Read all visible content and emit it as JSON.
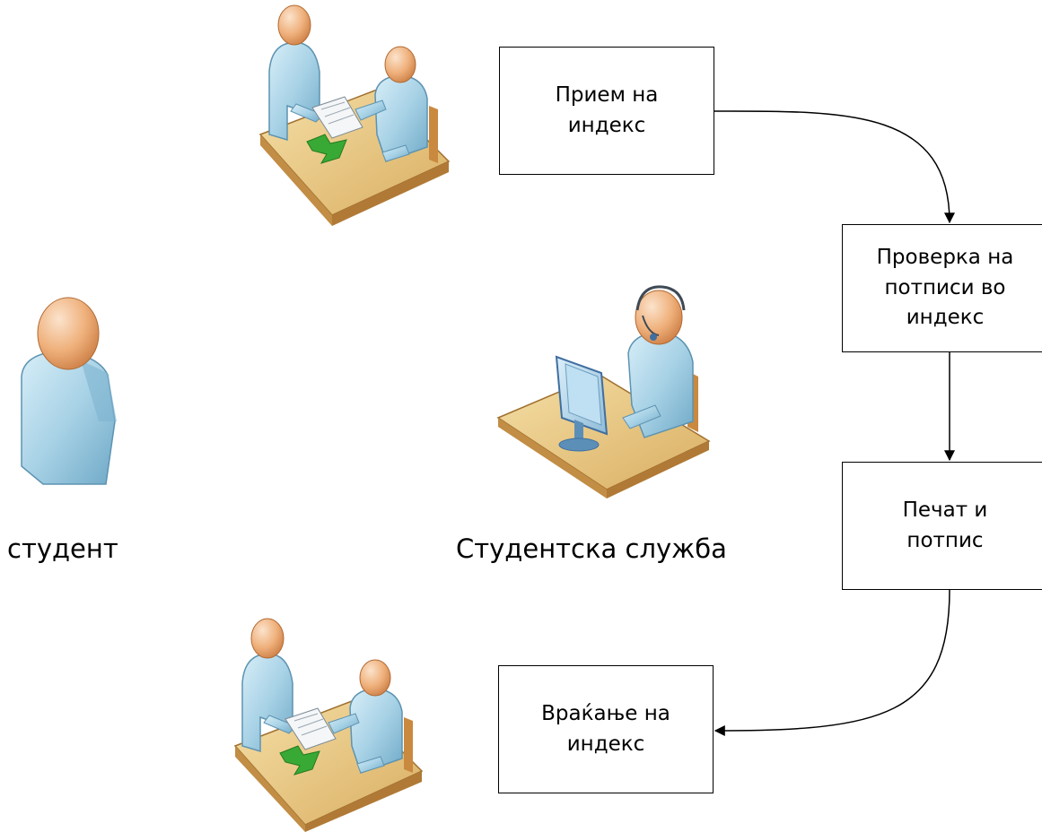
{
  "actors": {
    "student": {
      "label": "студент",
      "icon": "student-person-icon"
    },
    "office": {
      "label": "Студентска служба",
      "icon": "office-worker-computer-icon"
    }
  },
  "steps": [
    {
      "label": "Прием на\nиндекс",
      "icon": "handover-desk-icon"
    },
    {
      "label": "Проверка на\nпотписи во\nиндекс"
    },
    {
      "label": "Печат и\nпотпис"
    },
    {
      "label": "Враќање на\nиндекс",
      "icon": "handover-desk-icon"
    }
  ],
  "colors": {
    "skin": "#E9A872",
    "shirt": "#A9D3E6",
    "desk": "#E6C07B",
    "desk_edge": "#A0702E",
    "arrow_green": "#39A935",
    "monitor": "#5C8FB8",
    "line": "#000000"
  }
}
